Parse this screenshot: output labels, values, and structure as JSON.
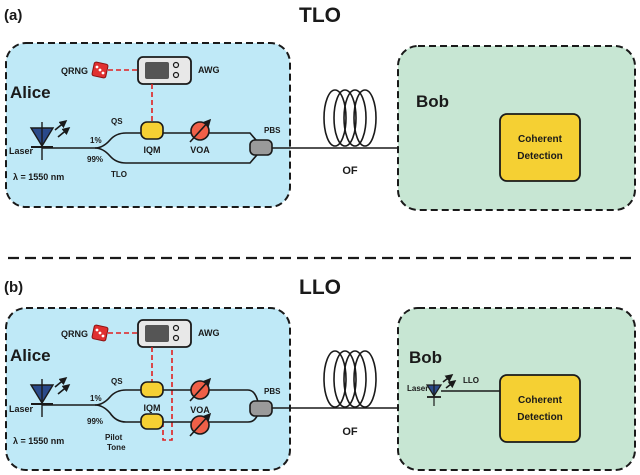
{
  "panel_a": {
    "tag": "(a)",
    "title": "TLO",
    "alice": {
      "name": "Alice",
      "qrng": "QRNG",
      "awg": "AWG",
      "laser": "Laser",
      "wavelength": "λ = 1550 nm",
      "split_top": "1%",
      "split_bottom": "99%",
      "qs": "QS",
      "iqm": "IQM",
      "voa": "VOA",
      "tlo": "TLO",
      "pbs": "PBS"
    },
    "fiber": "OF",
    "bob": {
      "name": "Bob",
      "detector_line1": "Coherent",
      "detector_line2": "Detection"
    }
  },
  "panel_b": {
    "tag": "(b)",
    "title": "LLO",
    "alice": {
      "name": "Alice",
      "qrng": "QRNG",
      "awg": "AWG",
      "laser": "Laser",
      "wavelength": "λ = 1550 nm",
      "split_top": "1%",
      "split_bottom": "99%",
      "qs": "QS",
      "iqm": "IQM",
      "voa": "VOA",
      "pilot_line1": "Pilot",
      "pilot_line2": "Tone",
      "pbs": "PBS"
    },
    "fiber": "OF",
    "bob": {
      "name": "Bob",
      "laser": "Laser",
      "llo": "LLO",
      "detector_line1": "Coherent",
      "detector_line2": "Detection"
    }
  },
  "colors": {
    "alice_fill": "#bfe9f7",
    "bob_fill": "#c7e6d3",
    "component_yellow": "#f5d033",
    "voa_red": "#f06048",
    "rf_signal_red": "#e02020",
    "laser_blue": "#2a4a8a",
    "pbs_gray": "#9a9a9a"
  }
}
